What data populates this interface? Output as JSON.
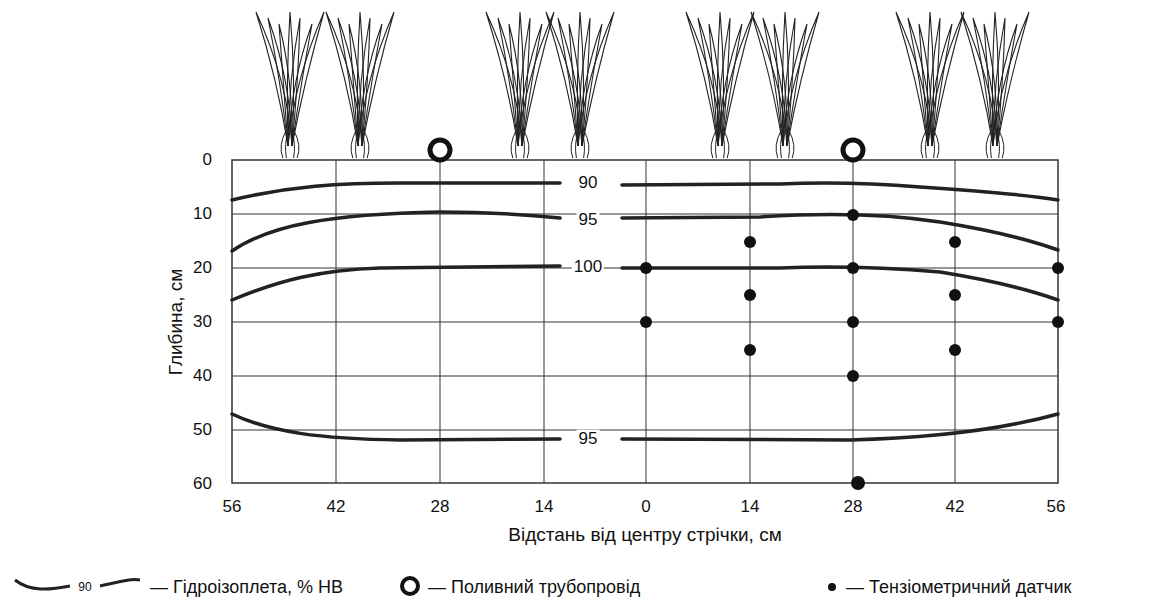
{
  "diagram": {
    "labels": [
      "0",
      "10",
      "20",
      "30",
      "40",
      "50",
      "60",
      "Глибина, см",
      "56",
      "42",
      "28",
      "14",
      "0",
      "14",
      "28",
      "42",
      "56",
      "Відстань від центру стрічки, см",
      "90",
      "95",
      "100",
      "95",
      "90"
    ],
    "legend": [
      {
        "text": "— Гідроізоплета, % НВ"
      },
      {
        "text": "— Поливний трубопровід"
      },
      {
        "text": "— Тензіометричний датчик"
      }
    ]
  }
}
